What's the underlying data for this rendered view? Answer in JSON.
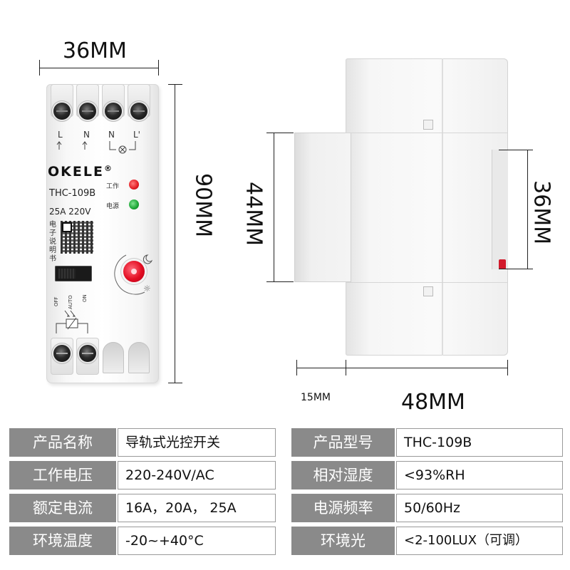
{
  "dimensions": {
    "width_label": "36MM",
    "height_label": "90MM",
    "side_height_label": "44MM",
    "rail_label": "36MM",
    "depth_label": "48MM",
    "front_depth_label": "15MM"
  },
  "device": {
    "brand": "OKELE",
    "registered_mark": "®",
    "model": "THC-109B",
    "rating": "25A  220V",
    "terminal_labels_top": [
      "L",
      "N",
      "N",
      "L'"
    ],
    "led_work_label": "工作",
    "led_power_label": "电源",
    "manual_label": "电子说明书",
    "switch_labels": [
      "OFF",
      "AUTO",
      "ON"
    ],
    "led_work_color": "#e31c23",
    "led_power_color": "#1aa534"
  },
  "specs": [
    {
      "label": "产品名称",
      "value": "导轨式光控开关"
    },
    {
      "label": "产品型号",
      "value": "THC-109B"
    },
    {
      "label": "工作电压",
      "value": "220-240V/AC"
    },
    {
      "label": "相对湿度",
      "value": "<93%RH"
    },
    {
      "label": "额定电流",
      "value": "16A，20A， 25A"
    },
    {
      "label": "电源频率",
      "value": "50/60Hz"
    },
    {
      "label": "环境温度",
      "value": "-20~+40°C"
    },
    {
      "label": "环境光",
      "value": "<2-100LUX（可调）"
    }
  ],
  "colors": {
    "label_bg": "#8a8a8a",
    "label_text": "#ffffff",
    "knob": "#e30d22"
  }
}
